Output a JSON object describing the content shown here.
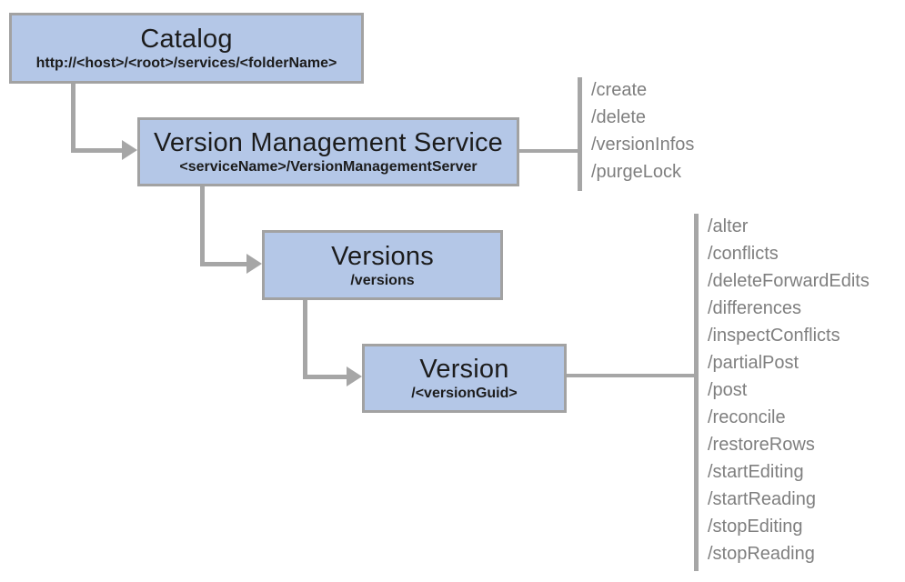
{
  "diagram": {
    "nodes": {
      "catalog": {
        "title": "Catalog",
        "subtitle": "http://<host>/<root>/services/<folderName>"
      },
      "vms": {
        "title": "Version Management Service",
        "subtitle": "<serviceName>/VersionManagementServer"
      },
      "versions": {
        "title": "Versions",
        "subtitle": "/versions"
      },
      "version": {
        "title": "Version",
        "subtitle": "/<versionGuid>"
      }
    },
    "vms_operations": [
      "/create",
      "/delete",
      "/versionInfos",
      "/purgeLock"
    ],
    "version_operations": [
      "/alter",
      "/conflicts",
      "/deleteForwardEdits",
      "/differences",
      "/inspectConflicts",
      "/partialPost",
      "/post",
      "/reconcile",
      "/restoreRows",
      "/startEditing",
      "/startReading",
      "/stopEditing",
      "/stopReading"
    ],
    "colors": {
      "node_fill": "#b4c7e7",
      "node_border": "#a2a2a2",
      "connector": "#a6a6a6",
      "operation_text": "#7f7f7f",
      "title_text": "#1c1c1c"
    }
  }
}
